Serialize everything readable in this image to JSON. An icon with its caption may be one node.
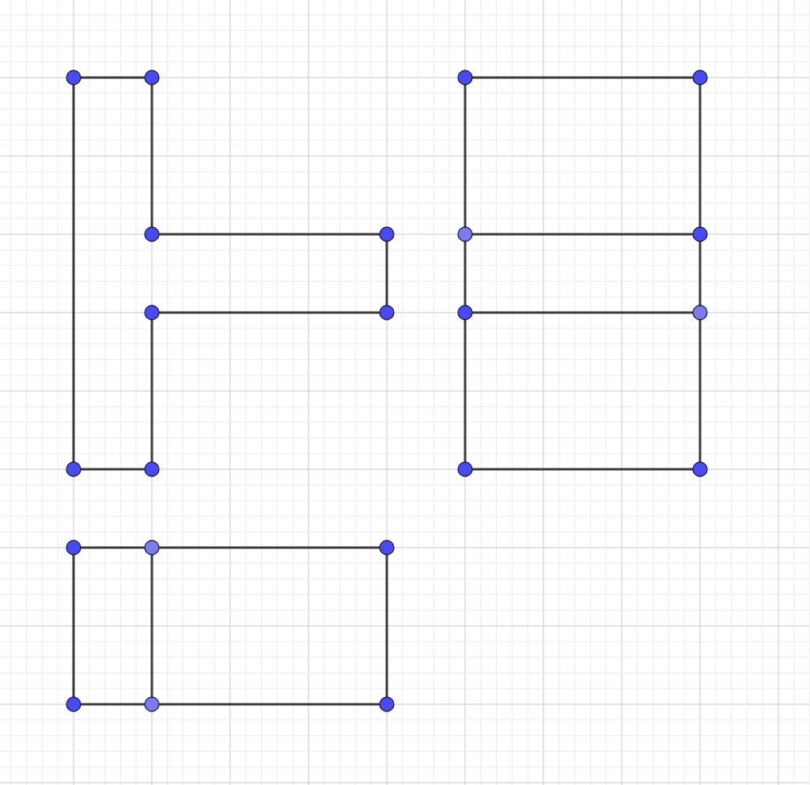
{
  "diagram": {
    "nodes": [
      {
        "text": [],
        "shape": "circle"
      },
      {
        "text": [],
        "shape": "circle"
      },
      {
        "text": [],
        "shape": "circle"
      },
      {
        "text": [],
        "shape": "circle"
      },
      {
        "text": [],
        "shape": "circle"
      },
      {
        "text": [],
        "shape": "circle"
      },
      {
        "text": [],
        "shape": "circle"
      },
      {
        "text": [],
        "shape": "circle"
      },
      {
        "text": [],
        "shape": "circle"
      },
      {
        "text": [],
        "shape": "circle"
      },
      {
        "text": [],
        "shape": "circle"
      },
      {
        "text": [],
        "shape": "circle"
      },
      {
        "text": [],
        "shape": "circle"
      },
      {
        "text": [],
        "shape": "circle"
      },
      {
        "text": [],
        "shape": "circle"
      },
      {
        "text": [],
        "shape": "circle"
      },
      {
        "text": [],
        "shape": "circle"
      },
      {
        "text": [],
        "shape": "circle"
      },
      {
        "text": [],
        "shape": "circle"
      },
      {
        "text": [],
        "shape": "circle"
      },
      {
        "text": [],
        "shape": "circle"
      },
      {
        "text": [],
        "shape": "circle"
      }
    ],
    "edges": [
      {
        "from": 0,
        "to": 1,
        "arrow": "none"
      },
      {
        "from": 0,
        "to": 12,
        "arrow": "none"
      },
      {
        "from": 1,
        "to": 4,
        "arrow": "none"
      },
      {
        "from": 4,
        "to": 5,
        "arrow": "none"
      },
      {
        "from": 5,
        "to": 9,
        "arrow": "none"
      },
      {
        "from": 8,
        "to": 9,
        "arrow": "none"
      },
      {
        "from": 8,
        "to": 13,
        "arrow": "none"
      },
      {
        "from": 12,
        "to": 13,
        "arrow": "none"
      },
      {
        "from": 2,
        "to": 3,
        "arrow": "none"
      },
      {
        "from": 2,
        "to": 6,
        "arrow": "none"
      },
      {
        "from": 3,
        "to": 7,
        "arrow": "none"
      },
      {
        "from": 6,
        "to": 7,
        "arrow": "none"
      },
      {
        "from": 6,
        "to": 10,
        "arrow": "none"
      },
      {
        "from": 7,
        "to": 11,
        "arrow": "none"
      },
      {
        "from": 10,
        "to": 11,
        "arrow": "none"
      },
      {
        "from": 10,
        "to": 14,
        "arrow": "none"
      },
      {
        "from": 11,
        "to": 15,
        "arrow": "none"
      },
      {
        "from": 14,
        "to": 15,
        "arrow": "none"
      },
      {
        "from": 16,
        "to": 17,
        "arrow": "none"
      },
      {
        "from": 17,
        "to": 18,
        "arrow": "none"
      },
      {
        "from": 16,
        "to": 19,
        "arrow": "none"
      },
      {
        "from": 17,
        "to": 20,
        "arrow": "none"
      },
      {
        "from": 18,
        "to": 21,
        "arrow": "none"
      },
      {
        "from": 19,
        "to": 20,
        "arrow": "none"
      },
      {
        "from": 20,
        "to": 21,
        "arrow": "none"
      }
    ]
  }
}
